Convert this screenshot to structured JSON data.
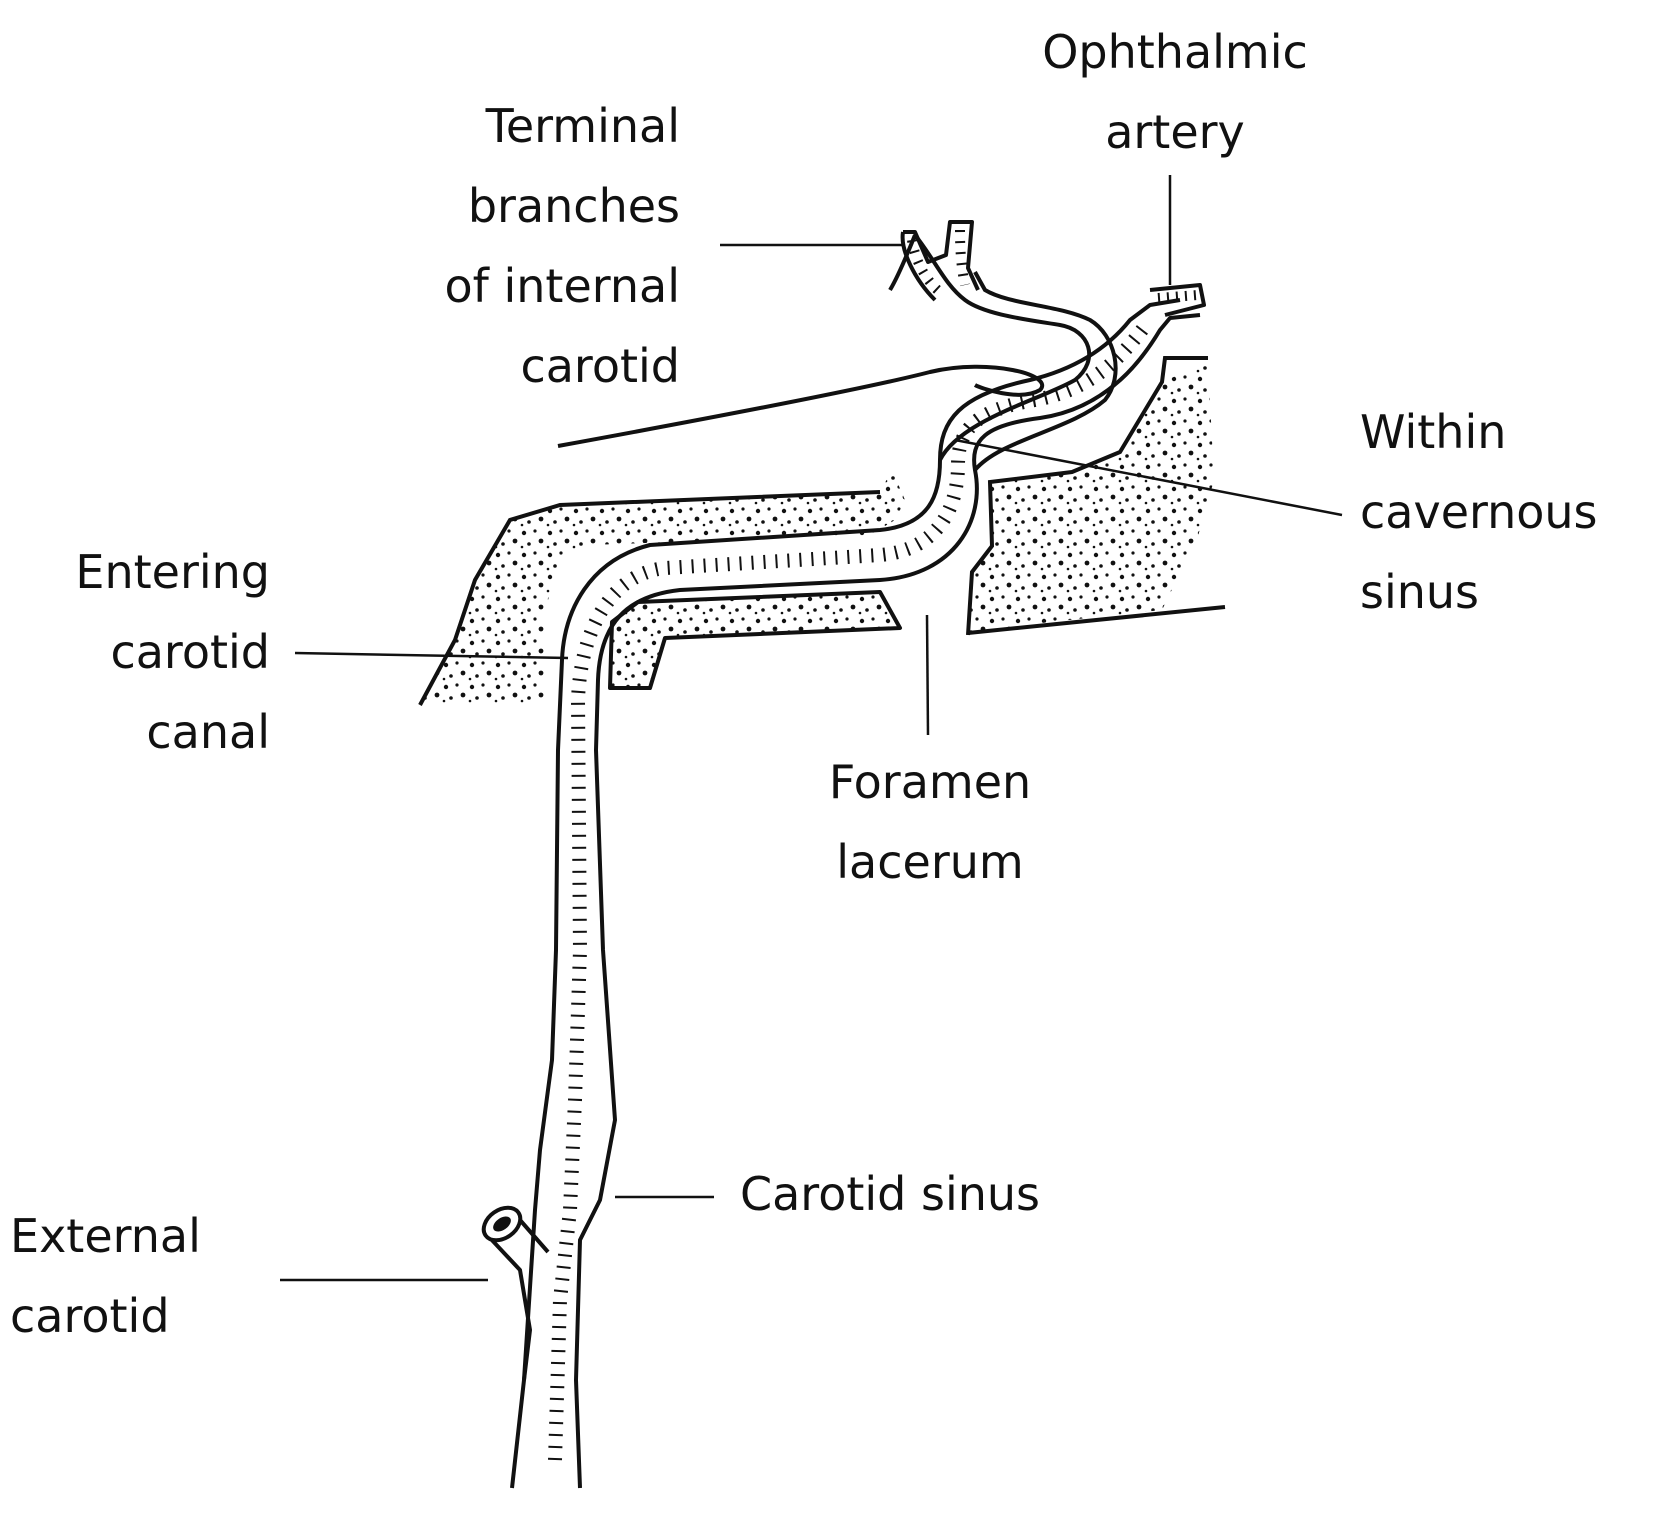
{
  "labels": {
    "ophthalmic_artery": [
      "Ophthalmic",
      "artery"
    ],
    "terminal_branches": [
      "Terminal",
      "branches",
      "of internal",
      "carotid"
    ],
    "within_cavernous_sinus": [
      "Within",
      "cavernous",
      "sinus"
    ],
    "entering_carotid_canal": [
      "Entering",
      "carotid",
      "canal"
    ],
    "foramen_lacerum": [
      "Foramen",
      "lacerum"
    ],
    "carotid_sinus": [
      "Carotid sinus"
    ],
    "external_carotid": [
      "External",
      "carotid"
    ]
  },
  "colors": {
    "ink": "#111111",
    "background": "#ffffff"
  }
}
